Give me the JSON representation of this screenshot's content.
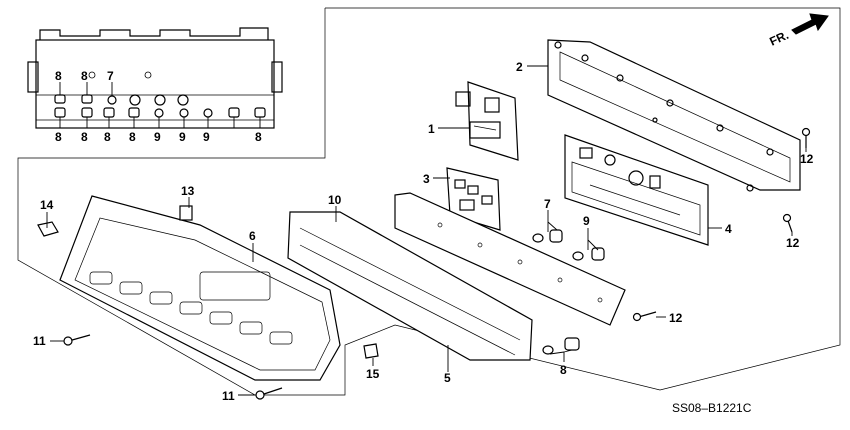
{
  "diagram": {
    "direction_indicator": {
      "label": "FR."
    },
    "diagram_code": "SS08–B1221C",
    "callouts": [
      {
        "id": "c1",
        "label": "1"
      },
      {
        "id": "c2",
        "label": "2"
      },
      {
        "id": "c3",
        "label": "3"
      },
      {
        "id": "c4",
        "label": "4"
      },
      {
        "id": "c5",
        "label": "5"
      },
      {
        "id": "c6",
        "label": "6"
      },
      {
        "id": "c7",
        "label": "7"
      },
      {
        "id": "c8",
        "label": "8"
      },
      {
        "id": "c9",
        "label": "9"
      },
      {
        "id": "c10",
        "label": "10"
      },
      {
        "id": "c11a",
        "label": "11"
      },
      {
        "id": "c11b",
        "label": "11"
      },
      {
        "id": "c12a",
        "label": "12"
      },
      {
        "id": "c12b",
        "label": "12"
      },
      {
        "id": "c12c",
        "label": "12"
      },
      {
        "id": "c13",
        "label": "13"
      },
      {
        "id": "c14",
        "label": "14"
      },
      {
        "id": "c15",
        "label": "15"
      },
      {
        "id": "c7i",
        "label": "7"
      },
      {
        "id": "c8i1",
        "label": "8"
      },
      {
        "id": "c8i2",
        "label": "8"
      },
      {
        "id": "c8i3",
        "label": "8"
      },
      {
        "id": "c8i4",
        "label": "8"
      },
      {
        "id": "c8i5",
        "label": "8"
      },
      {
        "id": "c8i6",
        "label": "8"
      },
      {
        "id": "c8i7",
        "label": "8"
      },
      {
        "id": "c9i1",
        "label": "9"
      },
      {
        "id": "c9i2",
        "label": "9"
      },
      {
        "id": "c9i3",
        "label": "9"
      }
    ]
  }
}
